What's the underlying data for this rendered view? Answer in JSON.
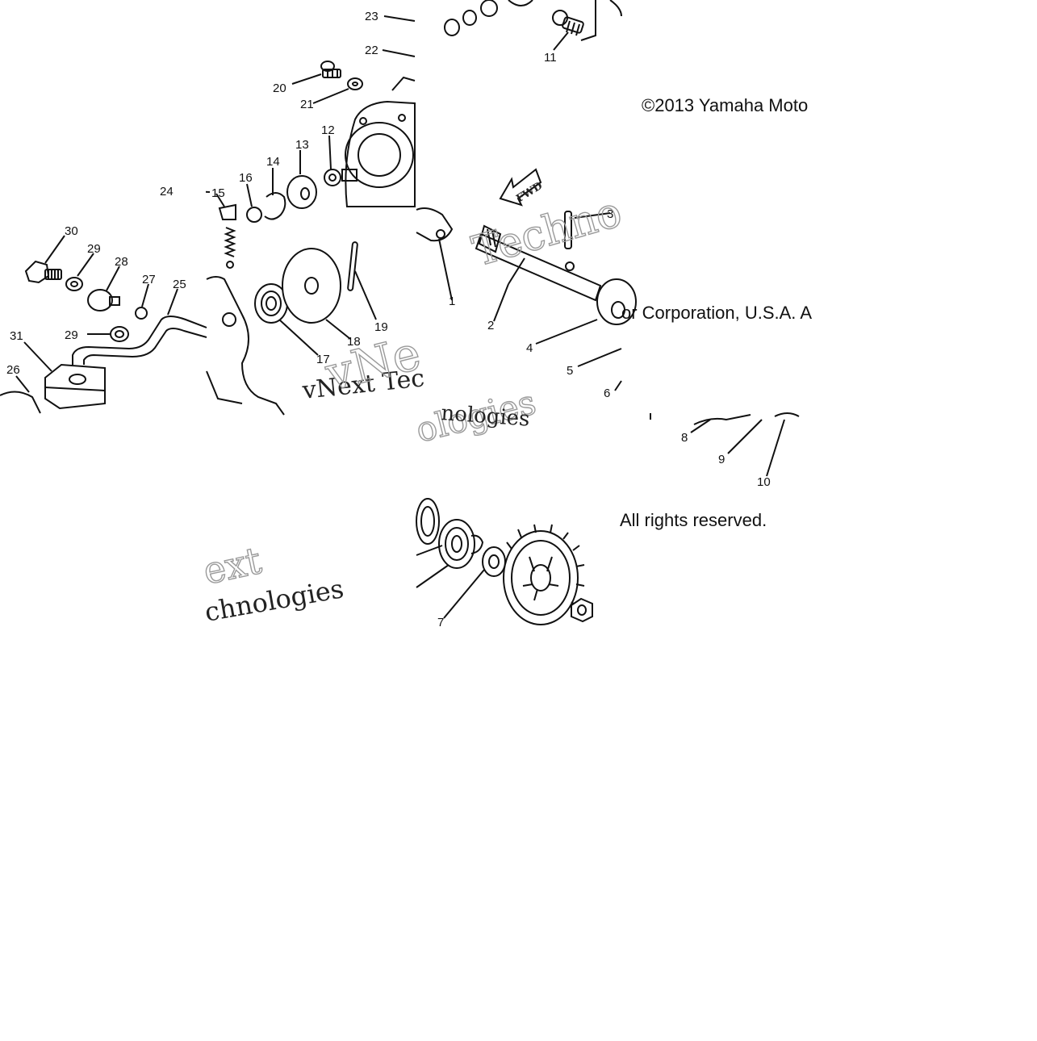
{
  "copyright": {
    "line1": "©2013 Yamaha Moto",
    "line2": "or Corporation, U.S.A. A",
    "line3": "All rights reserved."
  },
  "watermark": {
    "a": "vNext Tec",
    "b": "Techno",
    "c": "ext",
    "d": "chnologies",
    "e": "ologies",
    "f": "vNe",
    "g": "nologies"
  },
  "labels": {
    "p1": "1",
    "p2": "2",
    "p3": "3",
    "p4": "4",
    "p5": "5",
    "p6": "6",
    "p7": "7",
    "p8": "8",
    "p9": "9",
    "p10": "10",
    "p11": "11",
    "p12": "12",
    "p13": "13",
    "p14": "14",
    "p15": "15",
    "p16": "16",
    "p17": "17",
    "p18": "18",
    "p19": "19",
    "p20": "20",
    "p21": "21",
    "p22": "22",
    "p23": "23",
    "p24": "24",
    "p25": "25",
    "p26": "26",
    "p27": "27",
    "p28": "28",
    "p29a": "29",
    "p29b": "29",
    "p30": "30",
    "p31": "31"
  },
  "badge": {
    "fwd": "FWD"
  }
}
